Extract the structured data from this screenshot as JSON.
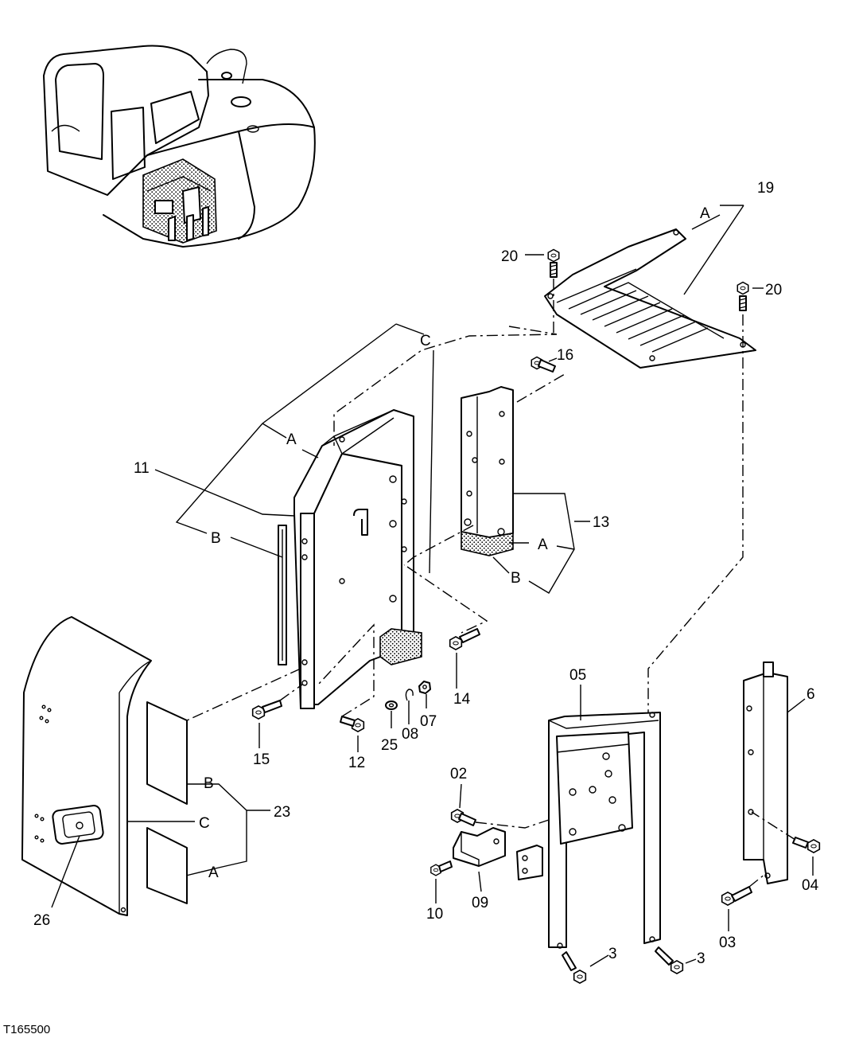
{
  "figure_id": "T165500",
  "callouts": {
    "p19": "19",
    "p20a": "20",
    "p20b": "20",
    "p16": "16",
    "p13": "13",
    "p11": "11",
    "p14": "14",
    "p15": "15",
    "p12": "12",
    "p25": "25",
    "p08": "08",
    "p07": "07",
    "p05": "05",
    "p6": "6",
    "p02": "02",
    "p23": "23",
    "p09": "09",
    "p10": "10",
    "p26": "26",
    "p04": "04",
    "p03": "03",
    "p3a": "3",
    "p3b": "3"
  },
  "reference_letters": {
    "c_top": "C",
    "a_top": "A",
    "b_left": "B",
    "a_19": "A",
    "a_13": "A",
    "b_13": "B",
    "b_23": "B",
    "c_23": "C",
    "a_23": "A"
  }
}
